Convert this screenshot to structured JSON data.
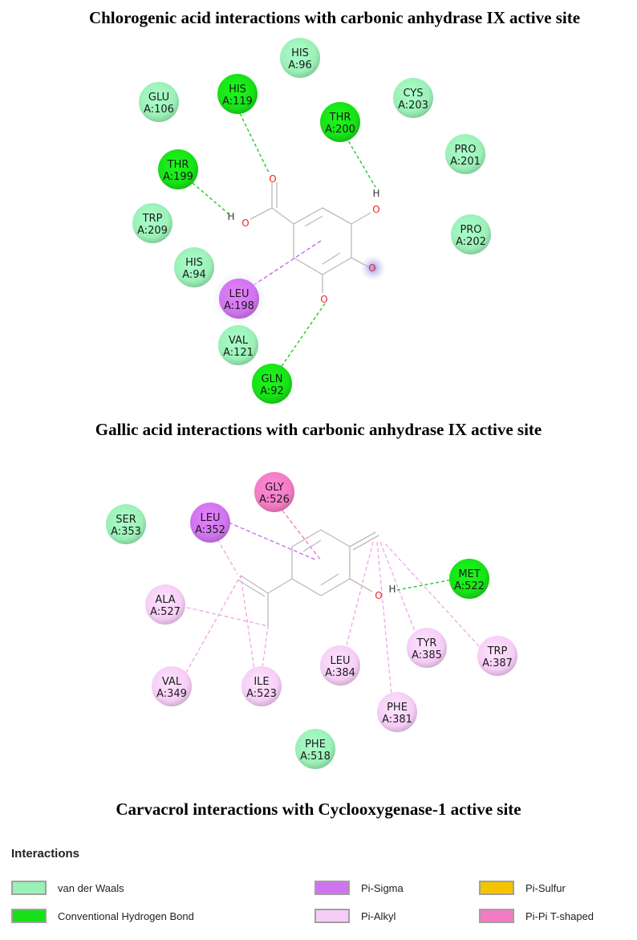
{
  "titles": {
    "chlorogenic": "Chlorogenic acid interactions with carbonic anhydrase IX active site",
    "gallic": "Gallic acid interactions with carbonic anhydrase IX active site",
    "carvacrol": "Carvacrol interactions with Cyclooxygenase-1 active site"
  },
  "colors": {
    "vdw": "#9af0b6",
    "hbond": "#18e018",
    "pi_sigma": "#cf74ee",
    "pi_alkyl": "#f6cdf6",
    "pi_sulfur": "#f5c400",
    "pipi_tshaped": "#f27bc3",
    "hbond_line": "#22cc22",
    "pi_line_sigma": "#cc66ee",
    "pi_line_alkyl": "#f0a0e6",
    "pi_line_tshaped": "#ee77cc",
    "oxygen": "#ee2222"
  },
  "diagram1": {
    "residues": [
      {
        "name": "HIS",
        "id": "A:96",
        "type": "vdw"
      },
      {
        "name": "GLU",
        "id": "A:106",
        "type": "vdw"
      },
      {
        "name": "HIS",
        "id": "A:119",
        "type": "hbond"
      },
      {
        "name": "CYS",
        "id": "A:203",
        "type": "vdw"
      },
      {
        "name": "THR",
        "id": "A:200",
        "type": "hbond"
      },
      {
        "name": "PRO",
        "id": "A:201",
        "type": "vdw"
      },
      {
        "name": "THR",
        "id": "A:199",
        "type": "hbond"
      },
      {
        "name": "TRP",
        "id": "A:209",
        "type": "vdw"
      },
      {
        "name": "PRO",
        "id": "A:202",
        "type": "vdw"
      },
      {
        "name": "HIS",
        "id": "A:94",
        "type": "vdw"
      },
      {
        "name": "LEU",
        "id": "A:198",
        "type": "pi_sigma"
      },
      {
        "name": "VAL",
        "id": "A:121",
        "type": "vdw"
      },
      {
        "name": "GLN",
        "id": "A:92",
        "type": "hbond"
      }
    ],
    "atoms": [
      "O",
      "O",
      "H",
      "H",
      "O",
      "O",
      "O"
    ]
  },
  "diagram2": {
    "residues": [
      {
        "name": "GLY",
        "id": "A:526",
        "type": "pipi_tshaped"
      },
      {
        "name": "SER",
        "id": "A:353",
        "type": "vdw"
      },
      {
        "name": "LEU",
        "id": "A:352",
        "type": "pi_sigma"
      },
      {
        "name": "MET",
        "id": "A:522",
        "type": "hbond"
      },
      {
        "name": "ALA",
        "id": "A:527",
        "type": "pi_alkyl"
      },
      {
        "name": "TYR",
        "id": "A:385",
        "type": "pi_alkyl"
      },
      {
        "name": "TRP",
        "id": "A:387",
        "type": "pi_alkyl"
      },
      {
        "name": "LEU",
        "id": "A:384",
        "type": "pi_alkyl"
      },
      {
        "name": "VAL",
        "id": "A:349",
        "type": "pi_alkyl"
      },
      {
        "name": "ILE",
        "id": "A:523",
        "type": "pi_alkyl"
      },
      {
        "name": "PHE",
        "id": "A:381",
        "type": "pi_alkyl"
      },
      {
        "name": "PHE",
        "id": "A:518",
        "type": "vdw"
      }
    ],
    "atoms": [
      "O",
      "H"
    ]
  },
  "legend": {
    "title": "Interactions",
    "items": [
      {
        "label": "van der Waals",
        "type": "vdw"
      },
      {
        "label": "Conventional Hydrogen Bond",
        "type": "hbond"
      },
      {
        "label": "Pi-Sigma",
        "type": "pi_sigma"
      },
      {
        "label": "Pi-Alkyl",
        "type": "pi_alkyl"
      },
      {
        "label": "Pi-Sulfur",
        "type": "pi_sulfur"
      },
      {
        "label": "Pi-Pi T-shaped",
        "type": "pipi_tshaped"
      }
    ]
  }
}
